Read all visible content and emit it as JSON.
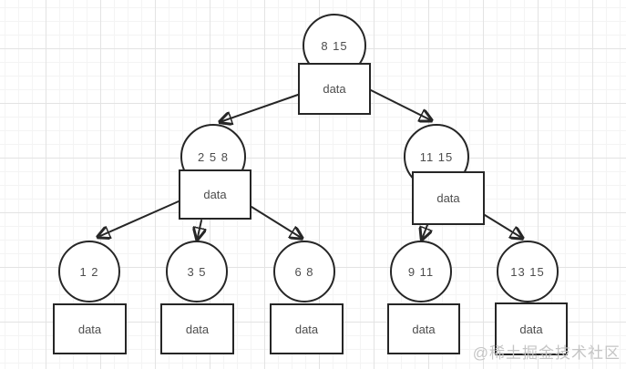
{
  "diagram": {
    "type": "tree",
    "description": "Two-level index tree: circles hold key ranges, rectangles hold data blocks, arrows point from parent data block to child key circles",
    "nodes": [
      {
        "id": "root",
        "keys": "8 15",
        "box": "data"
      },
      {
        "id": "mid-left",
        "keys": "2 5 8",
        "box": "data"
      },
      {
        "id": "mid-right",
        "keys": "11 15",
        "box": "data"
      },
      {
        "id": "leaf-1",
        "keys": "1 2",
        "box": "data"
      },
      {
        "id": "leaf-2",
        "keys": "3 5",
        "box": "data"
      },
      {
        "id": "leaf-3",
        "keys": "6 8",
        "box": "data"
      },
      {
        "id": "leaf-4",
        "keys": "9 11",
        "box": "data"
      },
      {
        "id": "leaf-5",
        "keys": "13 15",
        "box": "data"
      }
    ],
    "edges": [
      {
        "from": "root",
        "to": "mid-left"
      },
      {
        "from": "root",
        "to": "mid-right"
      },
      {
        "from": "mid-left",
        "to": "leaf-1"
      },
      {
        "from": "mid-left",
        "to": "leaf-2"
      },
      {
        "from": "mid-left",
        "to": "leaf-3"
      },
      {
        "from": "mid-right",
        "to": "leaf-4"
      },
      {
        "from": "mid-right",
        "to": "leaf-5"
      }
    ],
    "colors": {
      "stroke": "#262626",
      "text": "#4d4d4d",
      "shape_fill": "#ffffff",
      "grid_minor": "#f4f4f4",
      "grid_major": "#e3e3e3",
      "watermark": "#c5c5c5"
    },
    "watermark": "@稀土掘金技术社区"
  }
}
